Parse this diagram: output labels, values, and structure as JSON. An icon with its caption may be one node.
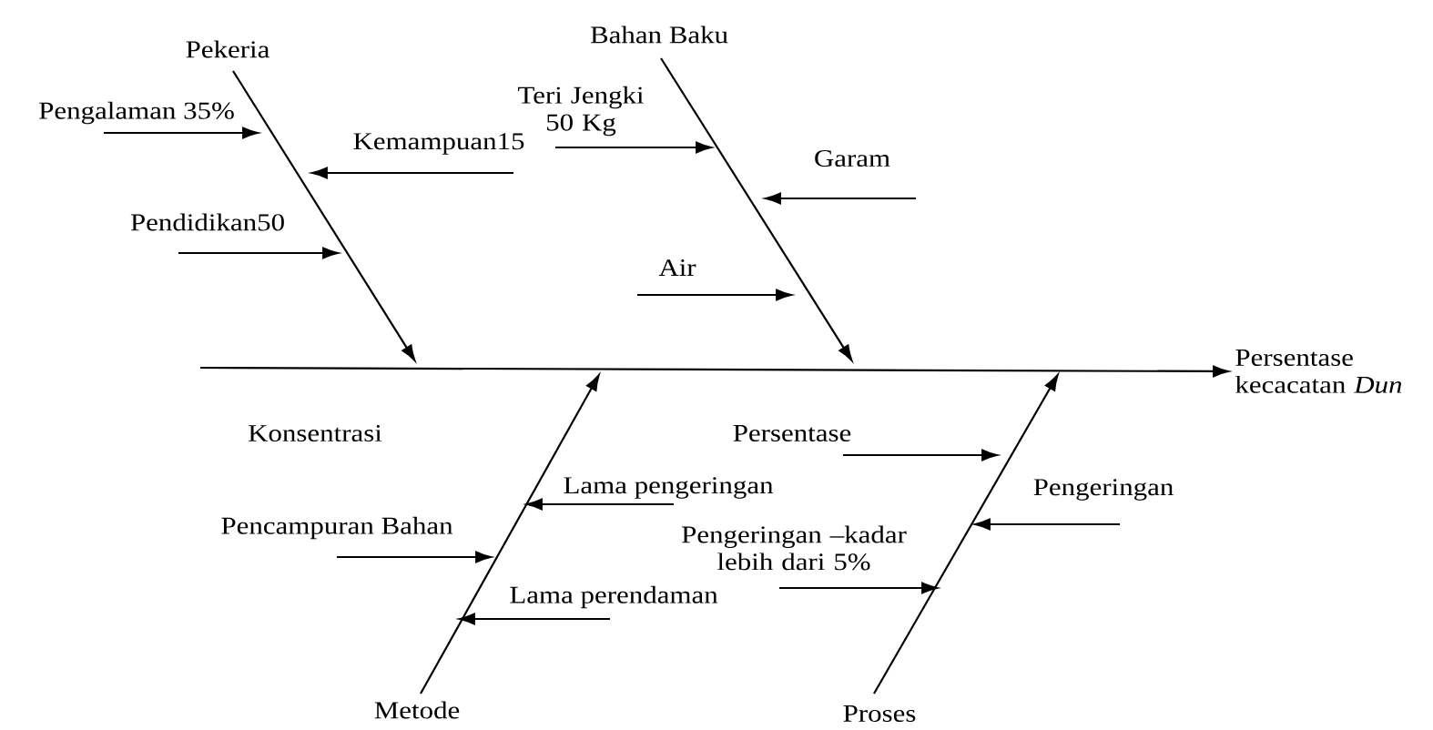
{
  "diagram": {
    "nodes": [
      {
        "text": [
          "Pekeria"
        ]
      },
      {
        "text": [
          "Pengalaman 35%"
        ]
      },
      {
        "text": [
          "Kemampuan15"
        ]
      },
      {
        "text": [
          "Pendidikan50"
        ]
      },
      {
        "text": [
          "Bahan Baku"
        ]
      },
      {
        "text": [
          "Teri Jengki 50 Kg"
        ]
      },
      {
        "text": [
          "Garam"
        ]
      },
      {
        "text": [
          "Air"
        ]
      },
      {
        "text": [
          "Persentase kecacatan *Dun*"
        ]
      },
      {
        "text": [
          "Persentase"
        ]
      },
      {
        "text": [
          "Lama pengeringan"
        ]
      },
      {
        "text": [
          "Pencampuran Bahan"
        ]
      },
      {
        "text": [
          "Pengeringan –kadar lebih dari 5%"
        ]
      },
      {
        "text": [
          "Pengeringan"
        ]
      },
      {
        "text": [
          "Lama perendaman"
        ]
      },
      {
        "text": [
          "Metode"
        ]
      },
      {
        "text": [
          "Proses"
        ]
      }
    ],
    "edges": [
      {
        "from": null,
        "to": 8,
        "arrow": "to"
      },
      {
        "from": 0,
        "to": null,
        "arrow": "to"
      },
      {
        "from": 4,
        "to": null,
        "arrow": "to"
      },
      {
        "from": 15,
        "to": null,
        "arrow": "to"
      },
      {
        "from": 16,
        "to": null,
        "arrow": "to"
      },
      {
        "from": 1,
        "to": null,
        "arrow": "to"
      },
      {
        "from": 2,
        "to": null,
        "arrow": "to"
      },
      {
        "from": 3,
        "to": null,
        "arrow": "to"
      },
      {
        "from": 5,
        "to": null,
        "arrow": "to"
      },
      {
        "from": 6,
        "to": null,
        "arrow": "to"
      },
      {
        "from": 7,
        "to": null,
        "arrow": "to"
      },
      {
        "from": 9,
        "to": null,
        "arrow": "to"
      },
      {
        "from": 10,
        "to": null,
        "arrow": "to"
      },
      {
        "from": 11,
        "to": null,
        "arrow": "to"
      },
      {
        "from": 12,
        "to": null,
        "arrow": "to"
      },
      {
        "from": 13,
        "to": null,
        "arrow": "to"
      },
      {
        "from": 14,
        "to": null,
        "arrow": "to"
      }
    ],
    "labels": [
      "Konsentrasi"
    ]
  }
}
